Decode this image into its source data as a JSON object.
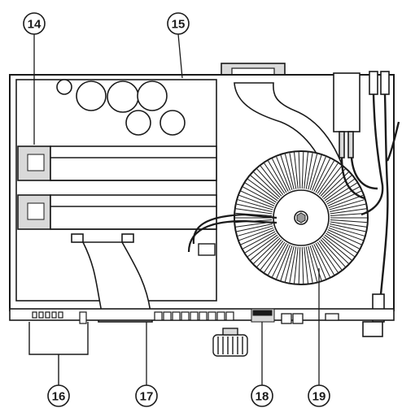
{
  "callouts": {
    "c14": "14",
    "c15": "15",
    "c16": "16",
    "c17": "17",
    "c18": "18",
    "c19": "19"
  },
  "colors": {
    "line": "#1a1a1a",
    "fill_light": "#ffffff",
    "fill_gray": "#d9d9d9",
    "fill_dark": "#9a9a9a"
  }
}
